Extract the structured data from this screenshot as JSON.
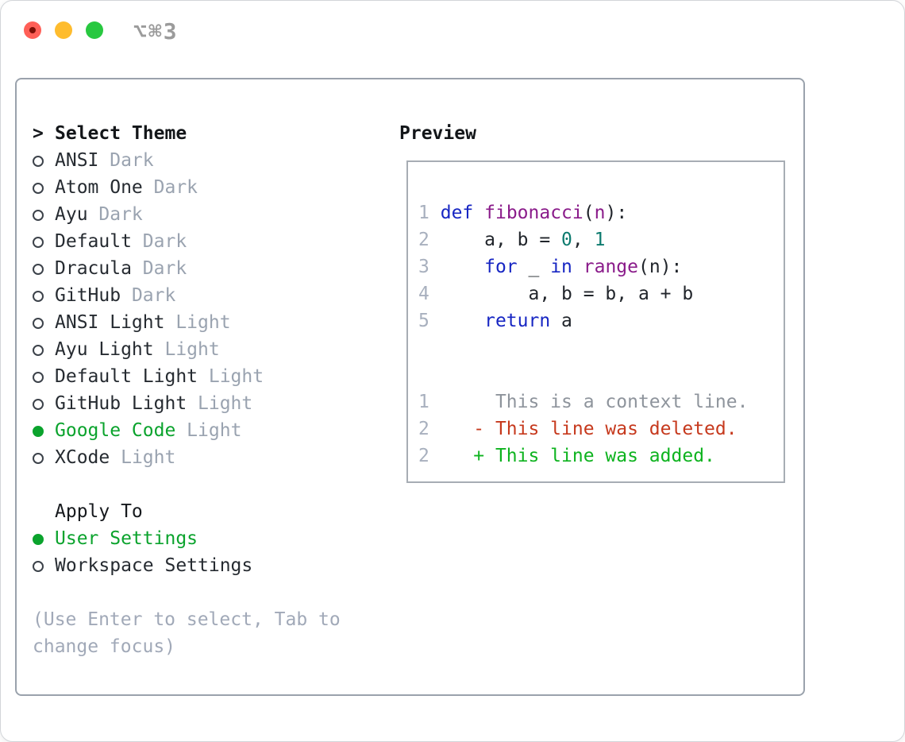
{
  "window": {
    "title": "⌥⌘3",
    "controls": [
      {
        "name": "close",
        "color": "#ff5f57",
        "dot": "#7d0f06"
      },
      {
        "name": "minimize",
        "color": "#febc2e",
        "dot": null
      },
      {
        "name": "zoom",
        "color": "#28c840",
        "dot": null
      }
    ]
  },
  "theme_picker": {
    "header_prefix": ">",
    "header": "Select Theme",
    "items": [
      {
        "name": "ANSI",
        "variant": "Dark",
        "selected": false
      },
      {
        "name": "Atom One",
        "variant": "Dark",
        "selected": false
      },
      {
        "name": "Ayu",
        "variant": "Dark",
        "selected": false
      },
      {
        "name": "Default",
        "variant": "Dark",
        "selected": false
      },
      {
        "name": "Dracula",
        "variant": "Dark",
        "selected": false
      },
      {
        "name": "GitHub",
        "variant": "Dark",
        "selected": false
      },
      {
        "name": "ANSI Light",
        "variant": "Light",
        "selected": false
      },
      {
        "name": "Ayu Light",
        "variant": "Light",
        "selected": false
      },
      {
        "name": "Default Light",
        "variant": "Light",
        "selected": false
      },
      {
        "name": "GitHub Light",
        "variant": "Light",
        "selected": false
      },
      {
        "name": "Google Code",
        "variant": "Light",
        "selected": true
      },
      {
        "name": "XCode",
        "variant": "Light",
        "selected": false
      }
    ]
  },
  "apply_to": {
    "header": "Apply To",
    "options": [
      {
        "label": "User Settings",
        "selected": true
      },
      {
        "label": "Workspace Settings",
        "selected": false
      }
    ]
  },
  "hint_lines": [
    "(Use Enter to select, Tab to",
    "change focus)"
  ],
  "preview": {
    "header": "Preview",
    "lines": [
      [],
      [
        [
          "g",
          "1"
        ],
        [
          "p",
          " "
        ],
        [
          "k",
          "def"
        ],
        [
          "p",
          " "
        ],
        [
          "t",
          "fibonacci"
        ],
        [
          "p",
          "("
        ],
        [
          "t",
          "n"
        ],
        [
          "p",
          "):"
        ]
      ],
      [
        [
          "g",
          "2"
        ],
        [
          "p",
          "     a, b = "
        ],
        [
          "l",
          "0"
        ],
        [
          "p",
          ", "
        ],
        [
          "l",
          "1"
        ]
      ],
      [
        [
          "g",
          "3"
        ],
        [
          "p",
          "     "
        ],
        [
          "k",
          "for"
        ],
        [
          "p",
          " _ "
        ],
        [
          "k",
          "in"
        ],
        [
          "p",
          " "
        ],
        [
          "t",
          "range"
        ],
        [
          "p",
          "(n):"
        ]
      ],
      [
        [
          "g",
          "4"
        ],
        [
          "p",
          "         a, b = b, a + b"
        ]
      ],
      [
        [
          "g",
          "5"
        ],
        [
          "p",
          "     "
        ],
        [
          "k",
          "return"
        ],
        [
          "p",
          " a"
        ]
      ],
      [],
      [],
      [
        [
          "g",
          "1"
        ],
        [
          "c",
          "      This is a context line."
        ]
      ],
      [
        [
          "g",
          "2"
        ],
        [
          "d",
          "    - This line was deleted."
        ]
      ],
      [
        [
          "g",
          "2"
        ],
        [
          "i",
          "    + This line was added."
        ]
      ]
    ]
  },
  "colors": {
    "selection_green": "#0ba32d",
    "keyword_blue": "#1726c3",
    "type_purple": "#8a1b8a",
    "literal_teal": "#0c7a6e",
    "deleted_red": "#c6391d",
    "added_green": "#0eb31f",
    "muted_suffix_gray": "#9aa3b0",
    "gutter_gray": "#a8b0be",
    "context_gray": "#8e949c",
    "hint_gray": "#a1a9b8",
    "panel_border": "#9aa2ac",
    "preview_border": "#a7adb4"
  }
}
